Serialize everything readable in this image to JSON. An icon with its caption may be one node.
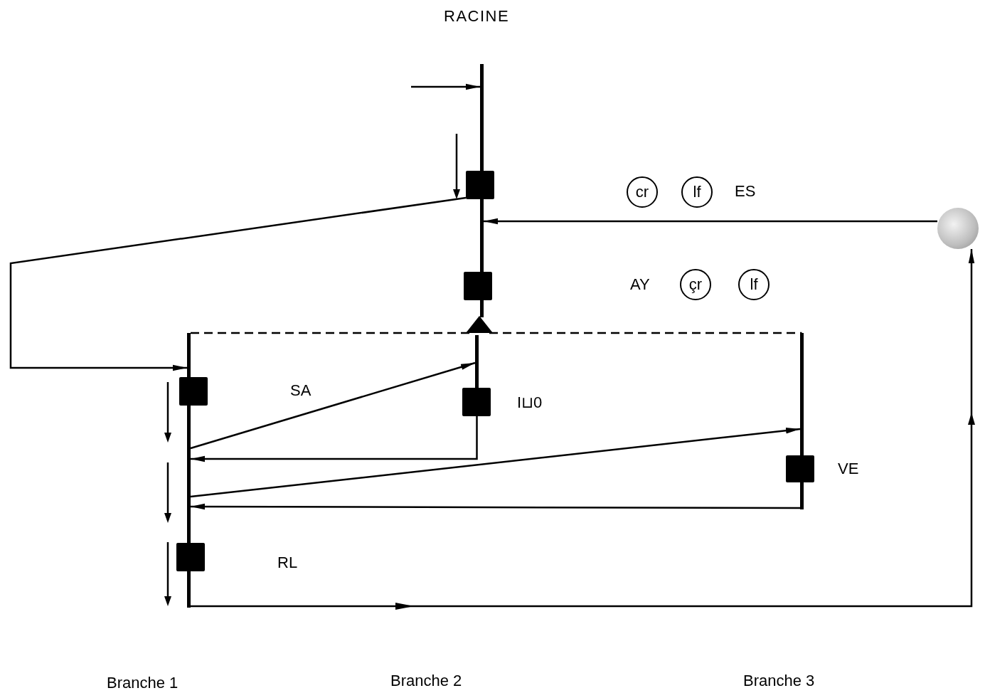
{
  "diagram": {
    "nodes": [
      {
        "text": [],
        "shape": "bar"
      },
      {
        "text": [],
        "shape": "box"
      },
      {
        "text": [],
        "shape": "box"
      },
      {
        "text": [],
        "shape": "triangle"
      },
      {
        "text": [],
        "shape": "bar"
      },
      {
        "text": [],
        "shape": "box"
      },
      {
        "text": [],
        "shape": "box"
      },
      {
        "text": [],
        "shape": "bar"
      },
      {
        "text": [],
        "shape": "box"
      },
      {
        "text": [],
        "shape": "bar"
      },
      {
        "text": [],
        "shape": "box"
      },
      {
        "text": [],
        "shape": "circle"
      },
      {
        "text": [
          "cr"
        ]
      },
      {
        "text": [
          "lf"
        ]
      },
      {
        "text": [
          "çr"
        ]
      },
      {
        "text": [
          "lf"
        ]
      }
    ],
    "edges": [
      {
        "from": null,
        "to": 0,
        "arrow": "to"
      },
      {
        "from": 1,
        "to": 4,
        "arrow": "to"
      },
      {
        "from": 11,
        "to": 0,
        "arrow": "to"
      },
      {
        "from": 3,
        "to": 4,
        "arrow": "none",
        "style": "dashed"
      },
      {
        "from": 3,
        "to": 9,
        "arrow": "none",
        "style": "dashed"
      },
      {
        "from": 4,
        "to": 7,
        "arrow": "to"
      },
      {
        "from": 8,
        "to": 4,
        "arrow": "to"
      },
      {
        "from": 4,
        "to": 9,
        "arrow": "to"
      },
      {
        "from": 9,
        "to": 4,
        "arrow": "to"
      },
      {
        "from": 4,
        "to": 11,
        "arrow": "to"
      }
    ],
    "labels": [
      "RACINE",
      "ES",
      "AY",
      "SA",
      "I⊔0",
      "VE",
      "RL",
      "Branche 1",
      "Branche 2",
      "Branche 3"
    ]
  }
}
